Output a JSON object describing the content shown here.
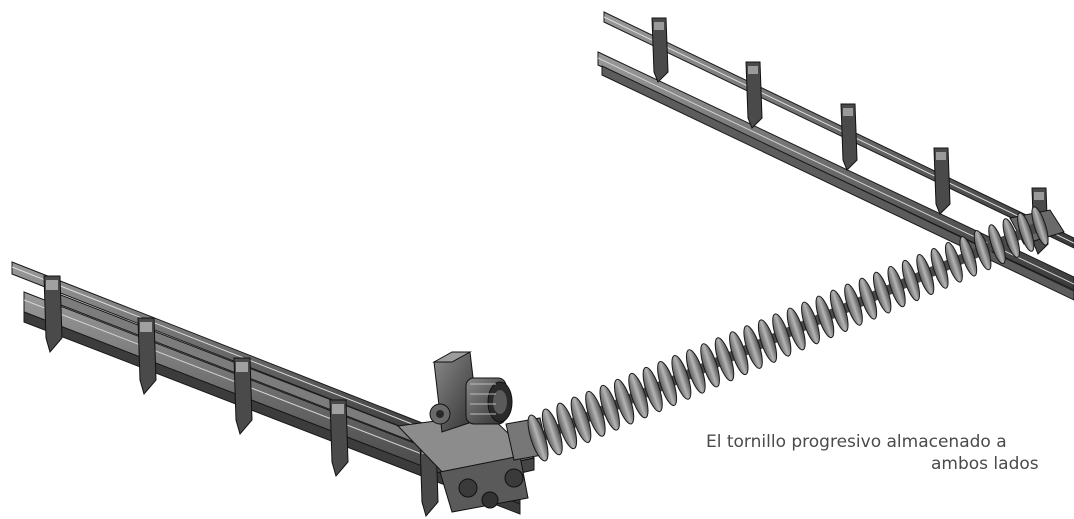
{
  "caption": {
    "line1": "El tornillo progresivo almacenado a",
    "line2": "ambos lados"
  },
  "colors": {
    "background": "#ffffff",
    "steel_dark": "#3c3c3c",
    "steel_mid": "#6e6e6e",
    "steel_light": "#a8a8a8",
    "outline": "#1a1a1a",
    "caption_text": "#4a4a4a"
  },
  "components": {
    "left_rail": "rail",
    "right_rail": "rail",
    "auger_screw": "screw",
    "drive_unit": "motor-gearbox",
    "carriage": "carriage"
  }
}
